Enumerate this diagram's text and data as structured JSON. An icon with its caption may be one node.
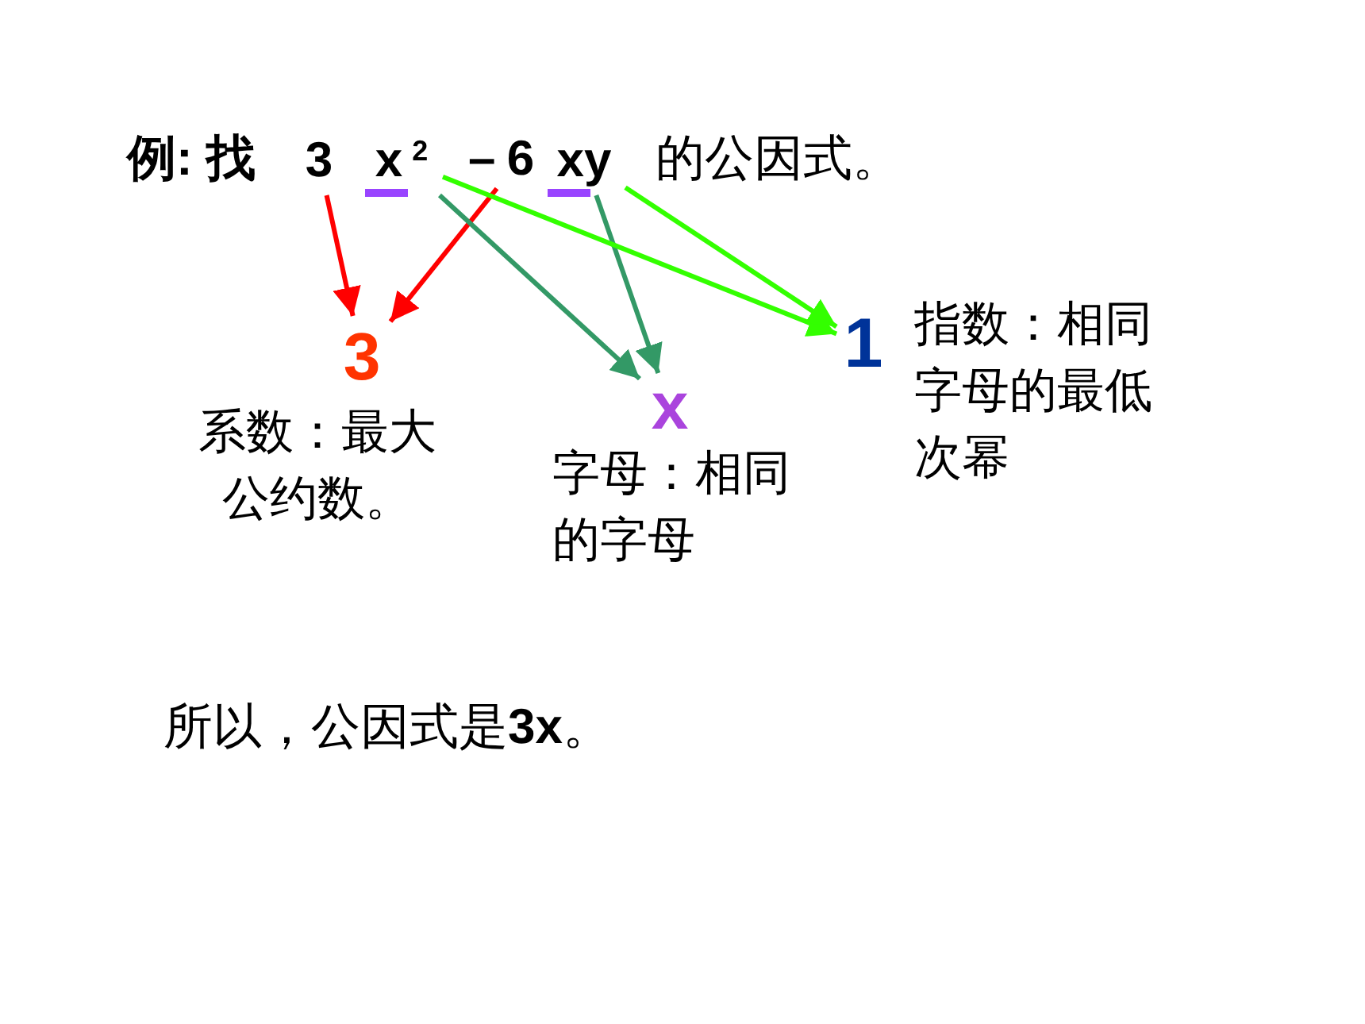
{
  "diagram": {
    "nodes": [
      {
        "text": [
          "3"
        ]
      },
      {
        "text": [
          "x$^{2}$"
        ]
      },
      {
        "text": [
          "6"
        ]
      },
      {
        "text": [
          "xy"
        ]
      },
      {
        "text": [
          "3"
        ],
        "beside": [
          "系数：最大公约数。"
        ]
      },
      {
        "text": [
          "x"
        ],
        "beside": [
          "字母：相同的字母"
        ]
      },
      {
        "text": [
          "1"
        ],
        "beside": [
          "指数：相同字母的最低次幂"
        ]
      }
    ],
    "edges": [
      {
        "from": 0,
        "to": 4,
        "arrow": "to",
        "color": "#ff0000"
      },
      {
        "from": 2,
        "to": 4,
        "arrow": "to",
        "color": "#ff0000"
      },
      {
        "from": 1,
        "to": 5,
        "arrow": "to",
        "color": "#339966"
      },
      {
        "from": 3,
        "to": 5,
        "arrow": "to",
        "color": "#339966"
      },
      {
        "from": 1,
        "to": 6,
        "arrow": "to",
        "color": "#33ff00"
      },
      {
        "from": 3,
        "to": 6,
        "arrow": "to",
        "color": "#33ff00"
      }
    ],
    "labels": [
      "例: 找",
      "–",
      "的公因式。",
      "所以，公因式是**3x**。"
    ]
  }
}
